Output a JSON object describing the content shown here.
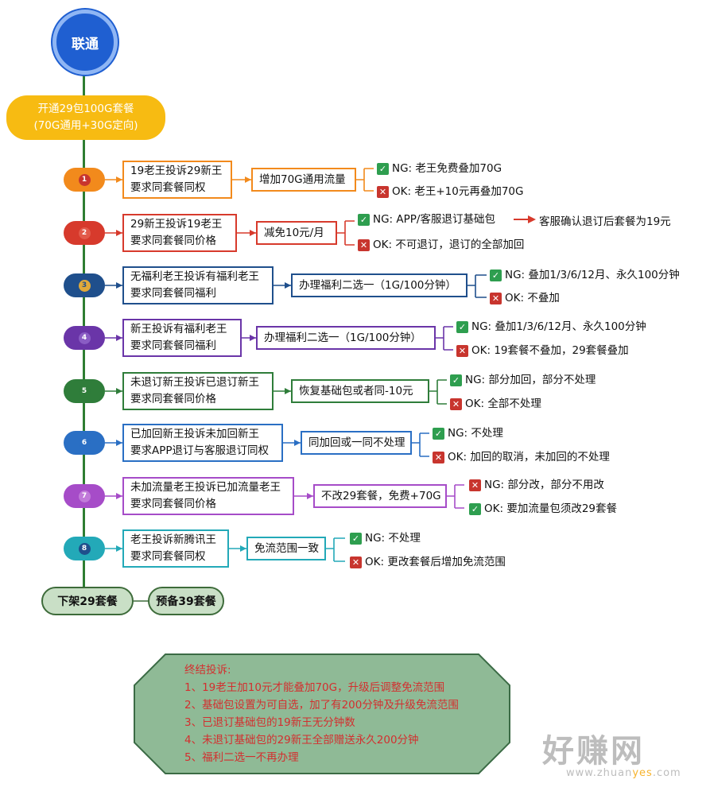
{
  "root": {
    "label": "联通"
  },
  "plan": {
    "line1": "开通29包100G套餐",
    "line2": "(70G通用+30G定向)"
  },
  "rows": [
    {
      "num": "1",
      "case_line1": "19老王投诉29新王",
      "case_line2": "要求同套餐同权",
      "action": "增加70G通用流量",
      "outcome1_label": "NG:",
      "outcome1_text": "老王免费叠加70G",
      "outcome2_label": "OK:",
      "outcome2_text": "老王+10元再叠加70G",
      "color": "#f28a1c"
    },
    {
      "num": "2",
      "case_line1": "29新王投诉19老王",
      "case_line2": "要求同套餐同价格",
      "action": "减免10元/月",
      "outcome1_label": "NG:",
      "outcome1_text": "APP/客服退订基础包",
      "outcome1_extra": "客服确认退订后套餐为19元",
      "outcome2_label": "OK:",
      "outcome2_text": "不可退订，退订的全部加回",
      "color": "#d73a2c"
    },
    {
      "num": "3",
      "case_line1": "无福利老王投诉有福利老王",
      "case_line2": "要求同套餐同福利",
      "action": "办理福利二选一（1G/100分钟）",
      "outcome1_label": "NG:",
      "outcome1_text": "叠加1/3/6/12月、永久100分钟",
      "outcome2_label": "OK:",
      "outcome2_text": "不叠加",
      "color": "#1f4f8c"
    },
    {
      "num": "4",
      "case_line1": "新王投诉有福利老王",
      "case_line2": "要求同套餐同福利",
      "action": "办理福利二选一（1G/100分钟）",
      "outcome1_label": "NG:",
      "outcome1_text": "叠加1/3/6/12月、永久100分钟",
      "outcome2_label": "OK:",
      "outcome2_text": "19套餐不叠加，29套餐叠加",
      "color": "#6a35a8"
    },
    {
      "num": "5",
      "case_line1": "未退订新王投诉已退订新王",
      "case_line2": "要求同套餐同价格",
      "action": "恢复基础包或者同-10元",
      "outcome1_label": "NG:",
      "outcome1_text": "部分加回，部分不处理",
      "outcome2_label": "OK:",
      "outcome2_text": "全部不处理",
      "color": "#2f7d3a"
    },
    {
      "num": "6",
      "case_line1": "已加回新王投诉未加回新王",
      "case_line2": "要求APP退订与客服退订同权",
      "action": "同加回或一同不处理",
      "outcome1_label": "NG:",
      "outcome1_text": "不处理",
      "outcome2_label": "OK:",
      "outcome2_text": "加回的取消，未加回的不处理",
      "color": "#2a6fc4"
    },
    {
      "num": "7",
      "case_line1": "未加流量老王投诉已加流量老王",
      "case_line2": "要求同套餐同价格",
      "action": "不改29套餐，免费+70G",
      "outcome1_label": "NG:",
      "outcome1_text": "部分改，部分不用改",
      "outcome2_label": "OK:",
      "outcome2_text": "要加流量包须改29套餐",
      "color": "#a64cc8"
    },
    {
      "num": "8",
      "case_line1": "老王投诉新腾讯王",
      "case_line2": "要求同套餐同权",
      "action": "免流范围一致",
      "outcome1_label": "NG:",
      "outcome1_text": "不处理",
      "outcome2_label": "OK:",
      "outcome2_text": "更改套餐后增加免流范围",
      "color": "#23a9b8"
    }
  ],
  "bottom": {
    "left_label": "下架29套餐",
    "right_label": "预备39套餐"
  },
  "summary": {
    "title": "终结投诉:",
    "items": [
      "1、19老王加10元才能叠加70G，升级后调整免流范围",
      "2、基础包设置为可自选，加了有200分钟及升级免流范围",
      "3、已退订基础包的19新王无分钟数",
      "4、未退订基础包的29新王全部赠送永久200分钟",
      "5、福利二选一不再办理"
    ]
  },
  "watermark": {
    "big": "好赚网",
    "small_prefix": "www.zhuan",
    "small_highlight": "yes",
    "small_suffix": ".com"
  }
}
